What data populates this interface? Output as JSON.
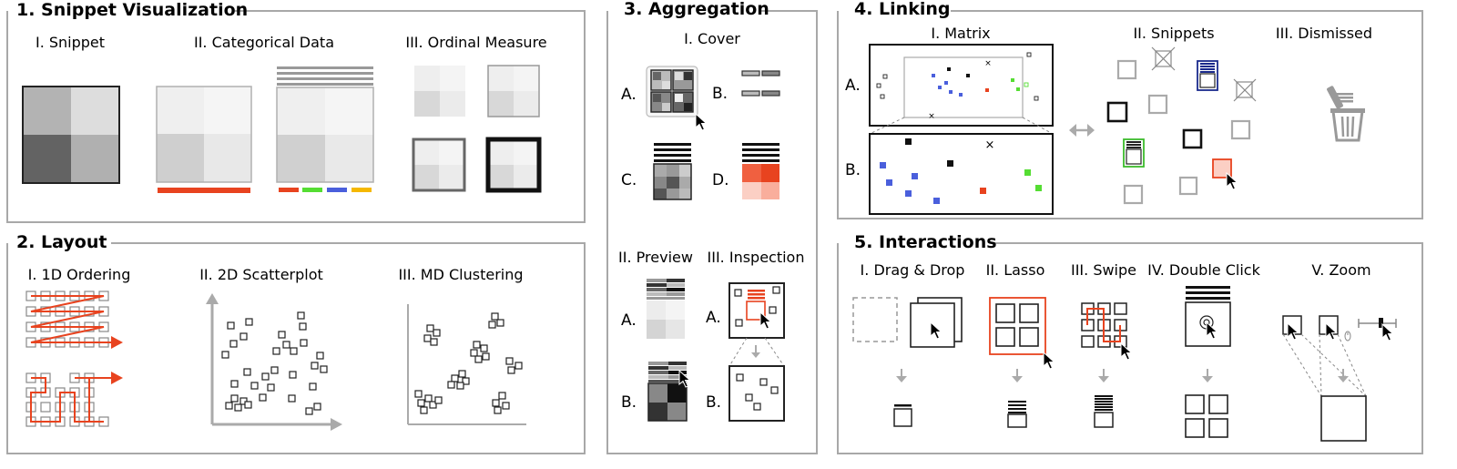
{
  "panels": {
    "snippet_visualization": {
      "title": "1. Snippet Visualization",
      "snippet_label": "I. Snippet",
      "categorical_label": "II. Categorical Data",
      "ordinal_label": "III. Ordinal Measure"
    },
    "layout": {
      "title": "2. Layout",
      "ordering_label": "I. 1D Ordering",
      "scatter_label": "II. 2D Scatterplot",
      "clustering_label": "III. MD Clustering"
    },
    "aggregation": {
      "title": "3. Aggregation",
      "cover_label": "I. Cover",
      "preview_label": "II. Preview",
      "inspection_label": "III. Inspection",
      "letters": {
        "a": "A.",
        "b": "B.",
        "c": "C.",
        "d": "D."
      }
    },
    "linking": {
      "title": "4. Linking",
      "matrix_label": "I. Matrix",
      "snippets_label": "II. Snippets",
      "dismissed_label": "III. Dismissed",
      "letters": {
        "a": "A.",
        "b": "B."
      }
    },
    "interactions": {
      "title": "5. Interactions",
      "drag_label": "I. Drag & Drop",
      "lasso_label": "II. Lasso",
      "swipe_label": "III. Swipe",
      "doubleclick_label": "IV. Double Click",
      "zoom_label": "V. Zoom"
    }
  },
  "colors": {
    "accent_red": "#e8431f",
    "category_green": "#55dd33",
    "category_blue": "#4a5fdc",
    "category_yellow": "#f5b800",
    "border_gray": "#a0a0a0",
    "selected_blue": "#1a2a8c",
    "selected_green": "#3cbc2c"
  },
  "icons": [
    "cursor-icon",
    "trash-icon",
    "double-arrow-icon",
    "down-arrow-icon",
    "dismissed-x-icon",
    "cross-marker-icon"
  ]
}
